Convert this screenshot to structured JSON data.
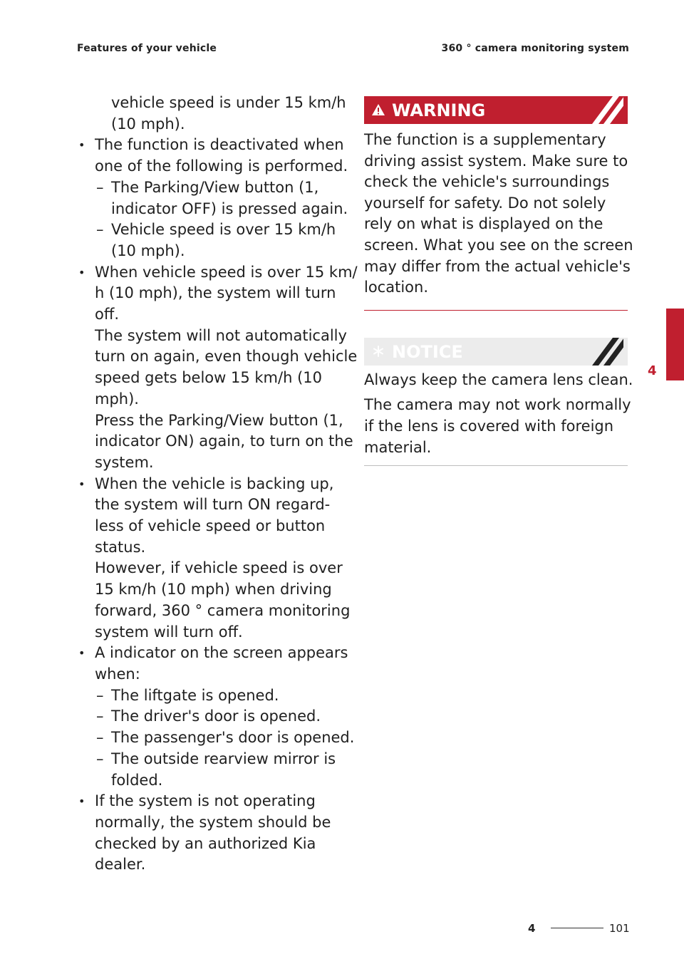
{
  "header": {
    "section": "Features of your vehicle",
    "topic": "360 ° camera monitoring system"
  },
  "left_column": [
    {
      "type": "cont2",
      "text": "vehicle speed is under  15 km/h"
    },
    {
      "type": "cont2",
      "text": "(10 mph)."
    },
    {
      "type": "bullet",
      "text": "The function is deactivated when"
    },
    {
      "type": "cont1",
      "text": "one of the following is performed."
    },
    {
      "type": "dash",
      "text": "The Parking/View button (1,"
    },
    {
      "type": "cont2",
      "text": "indicator OFF) is pressed again."
    },
    {
      "type": "dash",
      "text": "Vehicle speed is over  15 km/h"
    },
    {
      "type": "cont2",
      "text": "(10 mph)."
    },
    {
      "type": "bullet",
      "text": "When vehicle speed is over  15 km/"
    },
    {
      "type": "cont1",
      "text": "h (10 mph), the system will turn"
    },
    {
      "type": "cont1",
      "text": "off."
    },
    {
      "type": "cont1",
      "text": "The system will not automatically"
    },
    {
      "type": "cont1",
      "text": "turn on again, even though vehicle"
    },
    {
      "type": "cont1",
      "text": "speed gets below 15 km/h (10"
    },
    {
      "type": "cont1",
      "text": "mph)."
    },
    {
      "type": "cont1",
      "text": "Press the Parking/View button (1,"
    },
    {
      "type": "cont1",
      "text": "indicator ON) again, to turn on the"
    },
    {
      "type": "cont1",
      "text": "system."
    },
    {
      "type": "bullet",
      "text": "When the vehicle is backing up,"
    },
    {
      "type": "cont1",
      "text": "the system will turn ON regard-"
    },
    {
      "type": "cont1",
      "text": "less of vehicle speed or button"
    },
    {
      "type": "cont1",
      "text": "status."
    },
    {
      "type": "cont1",
      "text": "However, if vehicle speed is over"
    },
    {
      "type": "cont1",
      "text": "15 km/h (10 mph) when driving"
    },
    {
      "type": "cont1",
      "text": "forward, 360 ° camera monitoring"
    },
    {
      "type": "cont1",
      "text": "system will turn off."
    },
    {
      "type": "bullet",
      "text": "A indicator on the screen appears"
    },
    {
      "type": "cont1",
      "text": "when:"
    },
    {
      "type": "dash",
      "text": "The liftgate is opened."
    },
    {
      "type": "dash",
      "text": "The driver's door is opened."
    },
    {
      "type": "dash",
      "text": "The passenger's door is opened."
    },
    {
      "type": "dash",
      "text": "The outside rearview mirror is"
    },
    {
      "type": "cont2",
      "text": "folded."
    },
    {
      "type": "bullet",
      "text": "If the system is not operating"
    },
    {
      "type": "cont1",
      "text": "normally, the system should be"
    },
    {
      "type": "cont1",
      "text": "checked by an authorized Kia"
    },
    {
      "type": "cont1",
      "text": "dealer."
    }
  ],
  "warning": {
    "title": "WARNING",
    "icon": "warning-triangle-icon",
    "color": "#c01f2f",
    "lines": [
      "The function is a supplementary",
      "driving assist system. Make sure to",
      "check the vehicle's surroundings",
      "yourself for safety. Do not solely",
      "rely on what is displayed on the",
      "screen. What you see on the screen",
      "may differ from the actual vehicle's",
      "location."
    ]
  },
  "notice": {
    "title": "NOTICE",
    "icon": "asterisk-icon",
    "color": "#ececec",
    "p1": "Always keep the camera lens clean.",
    "p2_lines": [
      "The camera may not work normally",
      "if the lens is covered with foreign",
      "material."
    ]
  },
  "chapter_tab": {
    "number": "4",
    "color": "#c01f2f"
  },
  "footer": {
    "chapter": "4",
    "page": "101"
  },
  "glyphs": {
    "bullet": "•",
    "dash": "–"
  }
}
